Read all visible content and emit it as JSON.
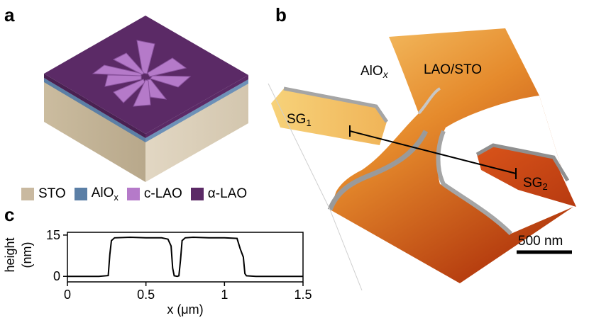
{
  "panels": {
    "a": "a",
    "b": "b",
    "c": "c"
  },
  "legend": [
    {
      "label": "STO",
      "color": "#c9b9a0"
    },
    {
      "label": "AlO",
      "sub": "x",
      "color": "#5b7fa6"
    },
    {
      "label": "c-LAO",
      "color": "#b57ac9"
    },
    {
      "label": "α-LAO",
      "color": "#5b2a66"
    }
  ],
  "afm": {
    "label_alox": "AlO",
    "label_alox_sub": "x",
    "label_laosto": "LAO/STO",
    "label_sg1": "SG",
    "label_sg1_sub": "1",
    "label_sg2": "SG",
    "label_sg2_sub": "2",
    "scalebar": "500 nm"
  },
  "chart_data": {
    "type": "line",
    "xlabel": "x (μm)",
    "ylabel": "height (nm)",
    "xlim": [
      0,
      1.5
    ],
    "ylim": [
      -2,
      16
    ],
    "xticks": [
      "0",
      "0.5",
      "1",
      "1.5"
    ],
    "yticks": [
      "0",
      "15"
    ],
    "x": [
      0,
      0.1,
      0.2,
      0.26,
      0.27,
      0.28,
      0.3,
      0.4,
      0.5,
      0.6,
      0.64,
      0.66,
      0.67,
      0.68,
      0.7,
      0.71,
      0.72,
      0.73,
      0.75,
      0.8,
      0.9,
      1.0,
      1.08,
      1.1,
      1.12,
      1.13,
      1.14,
      1.2,
      1.3,
      1.4,
      1.5
    ],
    "y": [
      0,
      0,
      0,
      0.3,
      8,
      13,
      14,
      14.2,
      14,
      14,
      13.5,
      11,
      3,
      0.2,
      0,
      0.2,
      6,
      13,
      14,
      14.2,
      14,
      14,
      13.8,
      10,
      7,
      1,
      0.2,
      0,
      0,
      0,
      0
    ]
  }
}
